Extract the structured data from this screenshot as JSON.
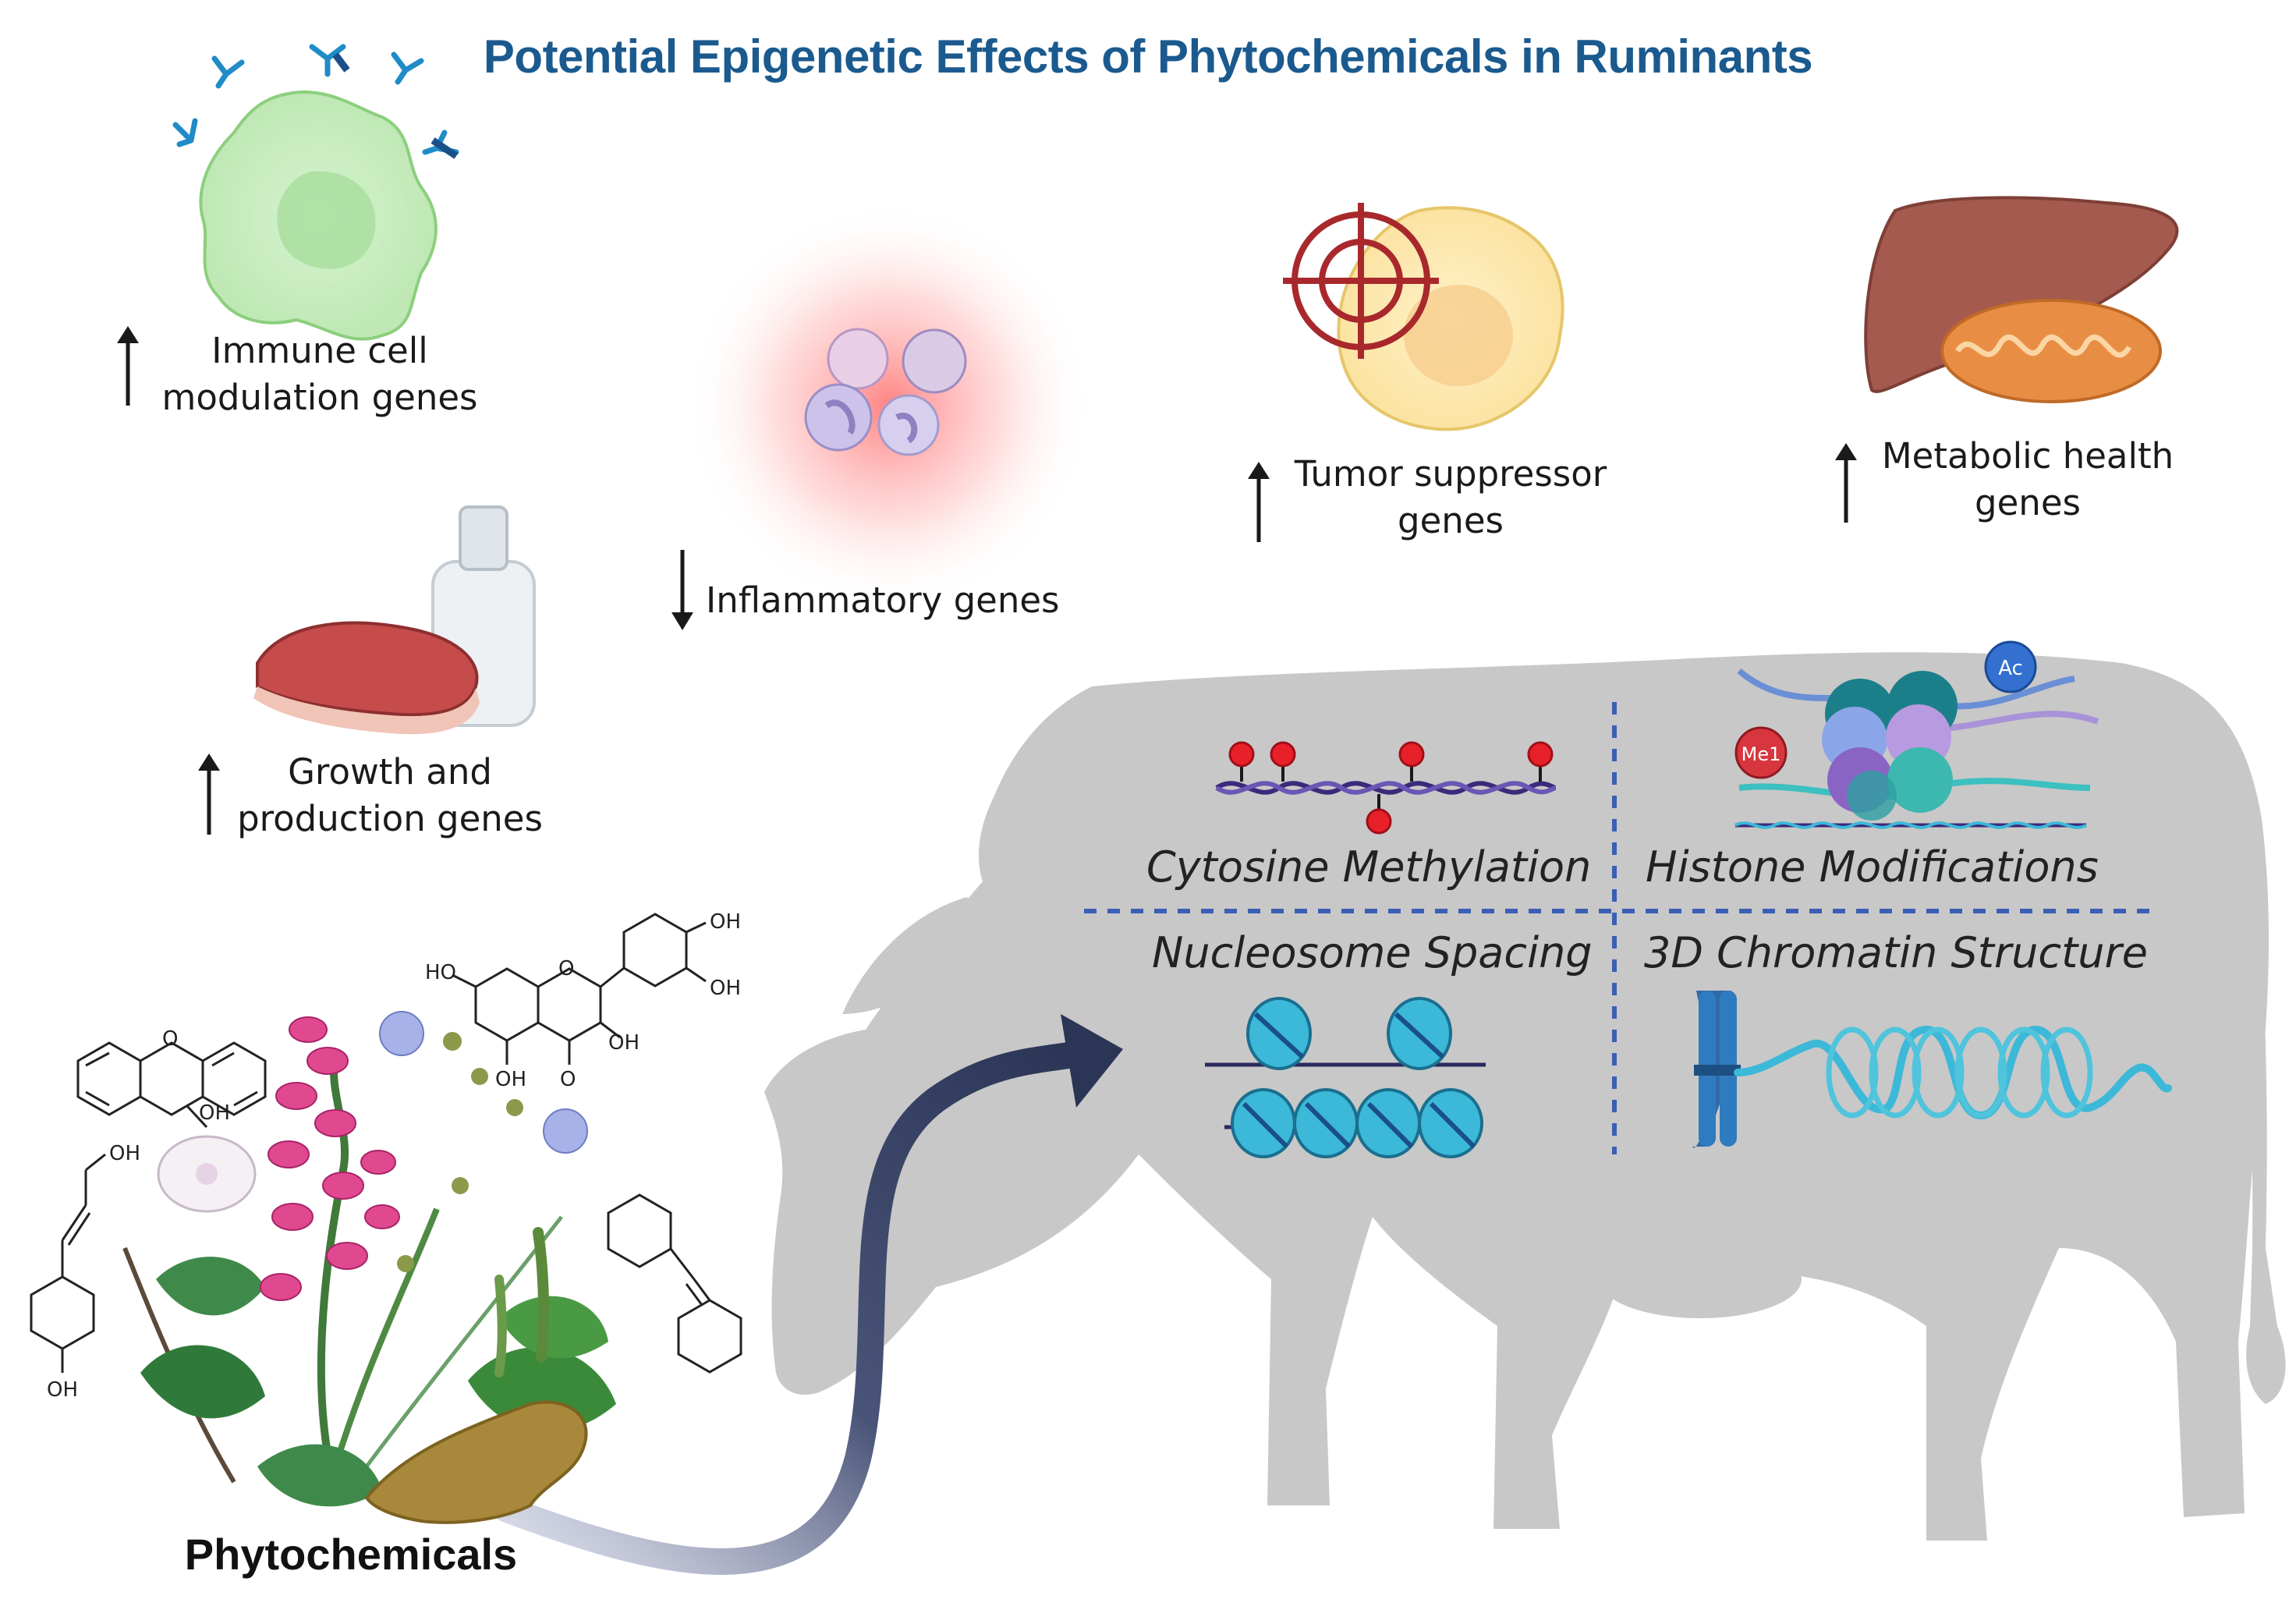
{
  "title": "Potential Epigenetic Effects of Phytochemicals in Ruminants",
  "effects": [
    {
      "id": "immune",
      "line1": "Immune cell",
      "line2": "modulation genes",
      "direction": "up"
    },
    {
      "id": "inflammatory",
      "line1": "Inflammatory genes",
      "line2": "",
      "direction": "down"
    },
    {
      "id": "tumor",
      "line1": "Tumor suppressor",
      "line2": "genes",
      "direction": "up"
    },
    {
      "id": "metabolic",
      "line1": "Metabolic health",
      "line2": "genes",
      "direction": "up"
    },
    {
      "id": "growth",
      "line1": "Growth and",
      "line2": "production genes",
      "direction": "up"
    }
  ],
  "mechanisms": {
    "cytosine": "Cytosine Methylation",
    "histone": "Histone Modifications",
    "nucleosome": "Nucleosome Spacing",
    "chromatin": "3D Chromatin Structure"
  },
  "histone_marks": {
    "acetyl": "Ac",
    "methyl": "Me1"
  },
  "chem_labels": {
    "oh": "OH",
    "ho": "HO",
    "o": "O"
  },
  "source_label": "Phytochemicals",
  "colors": {
    "title": "#1b5a8e",
    "cow": "#c8c8c8",
    "divider": "#3a5fb5",
    "arrow": "#2b3556",
    "methyl_ball": "#e8202a",
    "dna": "#3b2a7a",
    "nucleosome": "#3cb8d8"
  }
}
